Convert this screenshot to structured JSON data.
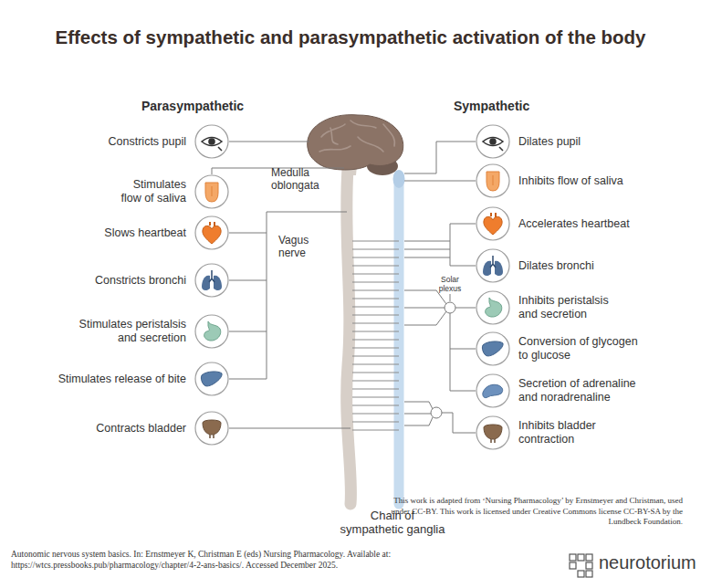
{
  "diagram": {
    "title": "Effects of sympathetic and parasympathetic activation of the body",
    "caption": "Autonomic nervous system basics. In: Ernstmeyer K, Christman E (eds) Nursing Pharmacology. Available at: https://wtcs.pressbooks.pub/pharmacology/chapter/4-2-ans-basics/. Accessed December 2025.",
    "nodes": [
      {
        "text": [
          "Constricts pupil"
        ]
      },
      {
        "text": [
          "Stimulates flow of saliva"
        ]
      },
      {
        "text": [
          "Slows heartbeat"
        ]
      },
      {
        "text": [
          "Constricts bronchi"
        ]
      },
      {
        "text": [
          "Stimulates peristalsis and secretion"
        ]
      },
      {
        "text": [
          "Stimulates release of bite"
        ]
      },
      {
        "text": [
          "Contracts bladder"
        ]
      },
      {
        "text": [
          "Dilates pupil"
        ]
      },
      {
        "text": [
          "Inhibits flow of saliva"
        ]
      },
      {
        "text": [
          "Accelerates heartbeat"
        ]
      },
      {
        "text": [
          "Dilates bronchi"
        ]
      },
      {
        "text": [
          "Inhibits peristalsis and secretion"
        ]
      },
      {
        "text": [
          "Conversion of glycogen to glucose"
        ]
      },
      {
        "text": [
          "Secretion of adrenaline and noradrenaline"
        ]
      },
      {
        "text": [
          "Inhibits bladder contraction"
        ]
      }
    ],
    "labels": [
      "Parasympathetic",
      "Sympathetic",
      "Medulla oblongata",
      "Vagus nerve",
      "Solar plexus",
      "Chain of sympathetic ganglia",
      "This work is adapted from ‘Nursing Pharmacology’ by Ernstmeyer and Christman, used under CC-BY. This work is licensed under Creative Commons license CC-BY-SA by the Lundbeck Foundation.",
      "neurotorium"
    ]
  }
}
